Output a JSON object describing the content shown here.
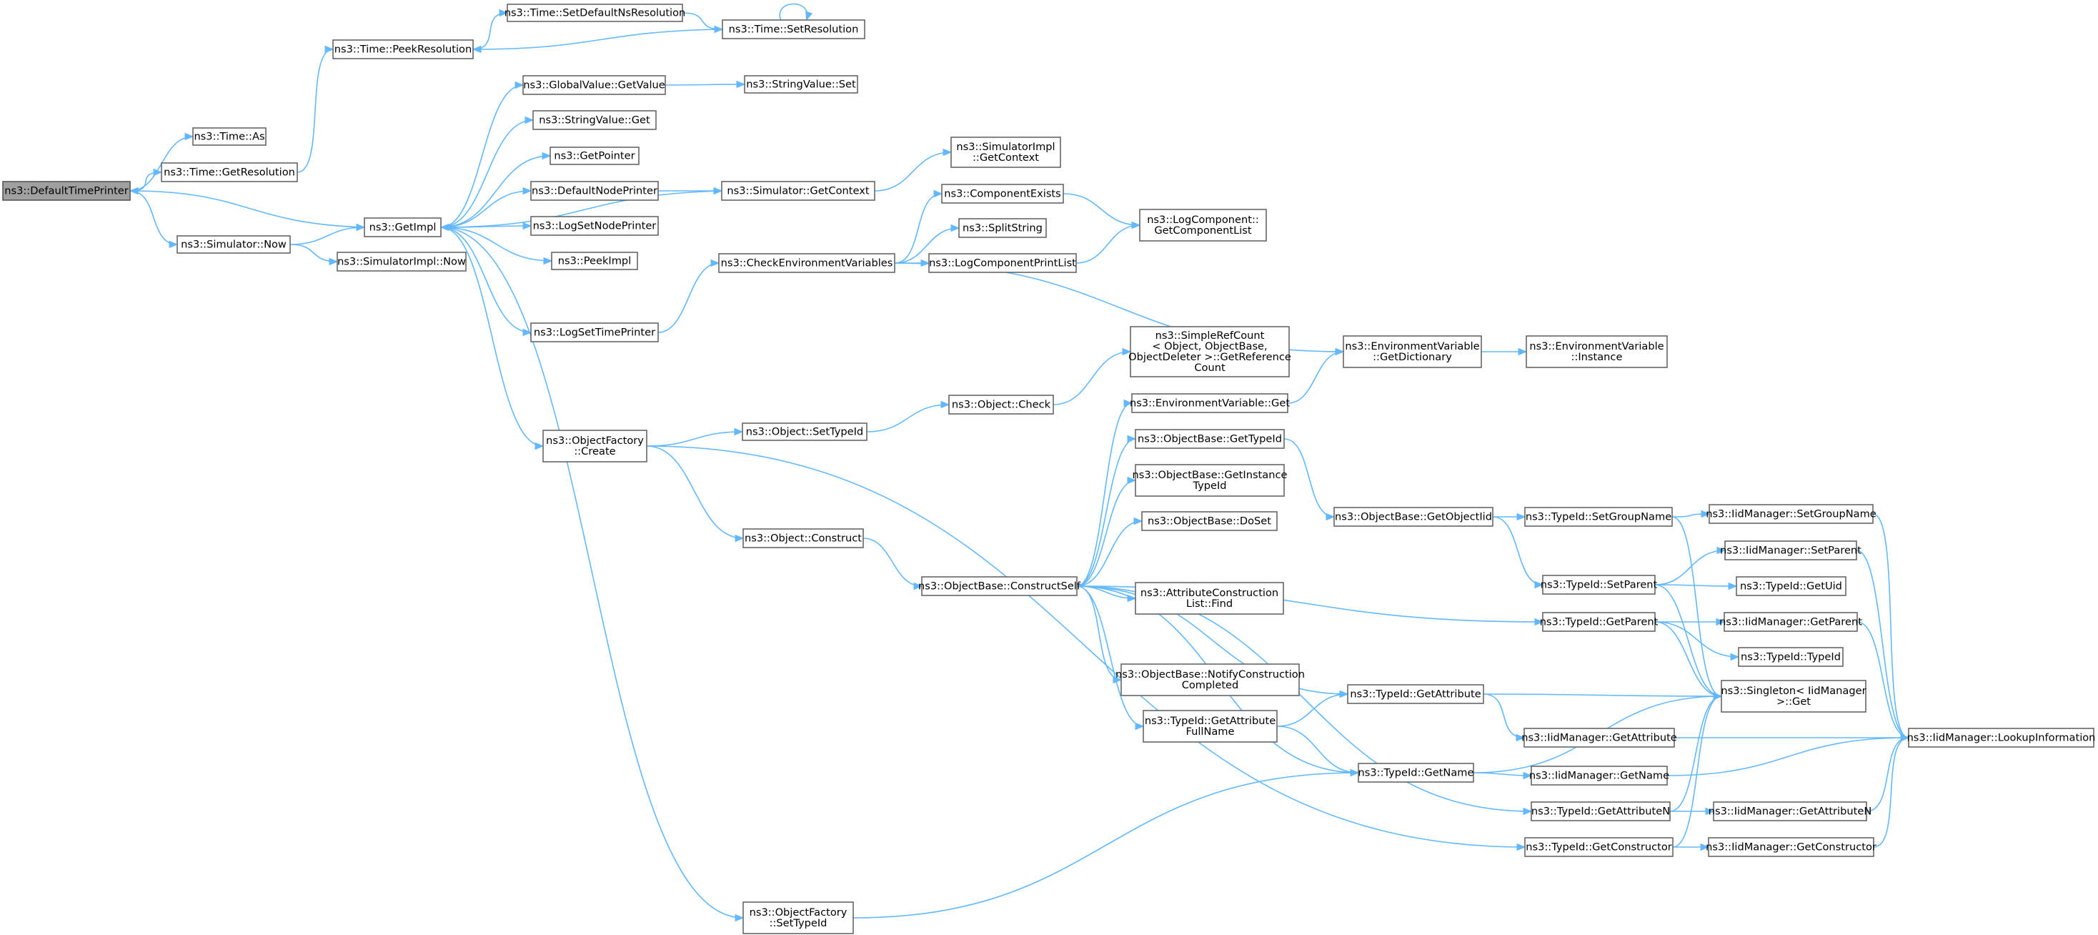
{
  "colors": {
    "edge": "#63b8ff",
    "node_border": "#666666",
    "root_fill": "#a0a0a0",
    "background": "#ffffff"
  },
  "nodes": [
    {
      "id": "n0",
      "lines": [
        "ns3::DefaultTimePrinter"
      ],
      "root": true
    },
    {
      "id": "n1",
      "lines": [
        "ns3::Time::As"
      ]
    },
    {
      "id": "n2",
      "lines": [
        "ns3::Time::GetResolution"
      ]
    },
    {
      "id": "n3",
      "lines": [
        "ns3::Time::PeekResolution"
      ]
    },
    {
      "id": "n4",
      "lines": [
        "ns3::Time::SetDefaultNsResolution"
      ]
    },
    {
      "id": "n5",
      "lines": [
        "ns3::Time::SetResolution"
      ]
    },
    {
      "id": "n6",
      "lines": [
        "ns3::Simulator::Now"
      ]
    },
    {
      "id": "n7",
      "lines": [
        "ns3::GetImpl"
      ]
    },
    {
      "id": "n8",
      "lines": [
        "ns3::SimulatorImpl::Now"
      ]
    },
    {
      "id": "n9",
      "lines": [
        "ns3::GlobalValue::GetValue"
      ]
    },
    {
      "id": "n10",
      "lines": [
        "ns3::StringValue::Set"
      ]
    },
    {
      "id": "n11",
      "lines": [
        "ns3::StringValue::Get"
      ]
    },
    {
      "id": "n12",
      "lines": [
        "ns3::GetPointer"
      ]
    },
    {
      "id": "n13",
      "lines": [
        "ns3::DefaultNodePrinter"
      ]
    },
    {
      "id": "n14",
      "lines": [
        "ns3::Simulator::GetContext"
      ]
    },
    {
      "id": "n15",
      "lines": [
        "ns3::SimulatorImpl",
        "::GetContext"
      ]
    },
    {
      "id": "n16",
      "lines": [
        "ns3::LogSetNodePrinter"
      ]
    },
    {
      "id": "n17",
      "lines": [
        "ns3::PeekImpl"
      ]
    },
    {
      "id": "n18",
      "lines": [
        "ns3::LogSetTimePrinter"
      ]
    },
    {
      "id": "n19",
      "lines": [
        "ns3::CheckEnvironmentVariables"
      ]
    },
    {
      "id": "n20",
      "lines": [
        "ns3::ComponentExists"
      ]
    },
    {
      "id": "n21",
      "lines": [
        "ns3::SplitString"
      ]
    },
    {
      "id": "n22",
      "lines": [
        "ns3::LogComponentPrintList"
      ]
    },
    {
      "id": "n23",
      "lines": [
        "ns3::LogComponent::",
        "GetComponentList"
      ]
    },
    {
      "id": "n24",
      "lines": [
        "ns3::EnvironmentVariable",
        "::GetDictionary"
      ]
    },
    {
      "id": "n25",
      "lines": [
        "ns3::EnvironmentVariable",
        "::Instance"
      ]
    },
    {
      "id": "n26",
      "lines": [
        "ns3::ObjectFactory",
        "::Create"
      ]
    },
    {
      "id": "n27",
      "lines": [
        "ns3::Object::SetTypeId"
      ]
    },
    {
      "id": "n28",
      "lines": [
        "ns3::Object::Check"
      ]
    },
    {
      "id": "n29",
      "lines": [
        "ns3::SimpleRefCount",
        "< Object, ObjectBase,",
        "ObjectDeleter >::GetReference",
        "Count"
      ]
    },
    {
      "id": "n30",
      "lines": [
        "ns3::EnvironmentVariable::Get"
      ]
    },
    {
      "id": "n31",
      "lines": [
        "ns3::Object::Construct"
      ]
    },
    {
      "id": "n32",
      "lines": [
        "ns3::ObjectBase::ConstructSelf"
      ]
    },
    {
      "id": "n33",
      "lines": [
        "ns3::ObjectBase::GetTypeId"
      ]
    },
    {
      "id": "n34",
      "lines": [
        "ns3::ObjectBase::GetInstance",
        "TypeId"
      ]
    },
    {
      "id": "n35",
      "lines": [
        "ns3::ObjectBase::DoSet"
      ]
    },
    {
      "id": "n36",
      "lines": [
        "ns3::AttributeConstruction",
        "List::Find"
      ]
    },
    {
      "id": "n37",
      "lines": [
        "ns3::ObjectBase::NotifyConstruction",
        "Completed"
      ]
    },
    {
      "id": "n38",
      "lines": [
        "ns3::TypeId::GetAttribute",
        "FullName"
      ]
    },
    {
      "id": "n39",
      "lines": [
        "ns3::ObjectFactory",
        "::SetTypeId"
      ]
    },
    {
      "id": "n40",
      "lines": [
        "ns3::ObjectBase::GetObjectIid"
      ]
    },
    {
      "id": "n41",
      "lines": [
        "ns3::TypeId::SetGroupName"
      ]
    },
    {
      "id": "n42",
      "lines": [
        "ns3::IidManager::SetGroupName"
      ]
    },
    {
      "id": "n43",
      "lines": [
        "ns3::TypeId::SetParent"
      ]
    },
    {
      "id": "n44",
      "lines": [
        "ns3::IidManager::SetParent"
      ]
    },
    {
      "id": "n45",
      "lines": [
        "ns3::TypeId::GetUid"
      ]
    },
    {
      "id": "n46",
      "lines": [
        "ns3::TypeId::GetParent"
      ]
    },
    {
      "id": "n47",
      "lines": [
        "ns3::IidManager::GetParent"
      ]
    },
    {
      "id": "n48",
      "lines": [
        "ns3::TypeId::TypeId"
      ]
    },
    {
      "id": "n49",
      "lines": [
        "ns3::TypeId::GetAttribute"
      ]
    },
    {
      "id": "n50",
      "lines": [
        "ns3::Singleton< IidManager",
        ">::Get"
      ]
    },
    {
      "id": "n51",
      "lines": [
        "ns3::IidManager::GetAttribute"
      ]
    },
    {
      "id": "n52",
      "lines": [
        "ns3::IidManager::LookupInformation"
      ]
    },
    {
      "id": "n53",
      "lines": [
        "ns3::TypeId::GetName"
      ]
    },
    {
      "id": "n54",
      "lines": [
        "ns3::IidManager::GetName"
      ]
    },
    {
      "id": "n55",
      "lines": [
        "ns3::TypeId::GetAttributeN"
      ]
    },
    {
      "id": "n56",
      "lines": [
        "ns3::IidManager::GetAttributeN"
      ]
    },
    {
      "id": "n57",
      "lines": [
        "ns3::TypeId::GetConstructor"
      ]
    },
    {
      "id": "n58",
      "lines": [
        "ns3::IidManager::GetConstructor"
      ]
    }
  ],
  "edges": [
    [
      "n0",
      "n1"
    ],
    [
      "n0",
      "n2"
    ],
    [
      "n2",
      "n3"
    ],
    [
      "n3",
      "n4"
    ],
    [
      "n4",
      "n5"
    ],
    [
      "n5",
      "n3"
    ],
    [
      "n5",
      "n5"
    ],
    [
      "n0",
      "n6"
    ],
    [
      "n6",
      "n7"
    ],
    [
      "n6",
      "n8"
    ],
    [
      "n7",
      "n0"
    ],
    [
      "n7",
      "n9"
    ],
    [
      "n9",
      "n10"
    ],
    [
      "n7",
      "n11"
    ],
    [
      "n7",
      "n12"
    ],
    [
      "n7",
      "n13"
    ],
    [
      "n13",
      "n14"
    ],
    [
      "n14",
      "n15"
    ],
    [
      "n14",
      "n7"
    ],
    [
      "n7",
      "n16"
    ],
    [
      "n7",
      "n17"
    ],
    [
      "n7",
      "n18"
    ],
    [
      "n18",
      "n19"
    ],
    [
      "n19",
      "n20"
    ],
    [
      "n19",
      "n21"
    ],
    [
      "n19",
      "n22"
    ],
    [
      "n20",
      "n23"
    ],
    [
      "n22",
      "n23"
    ],
    [
      "n19",
      "n24"
    ],
    [
      "n24",
      "n25"
    ],
    [
      "n7",
      "n26"
    ],
    [
      "n7",
      "n39"
    ],
    [
      "n26",
      "n27"
    ],
    [
      "n27",
      "n28"
    ],
    [
      "n28",
      "n29"
    ],
    [
      "n26",
      "n31"
    ],
    [
      "n31",
      "n32"
    ],
    [
      "n26",
      "n57"
    ],
    [
      "n30",
      "n24"
    ],
    [
      "n32",
      "n30"
    ],
    [
      "n32",
      "n33"
    ],
    [
      "n32",
      "n34"
    ],
    [
      "n32",
      "n35"
    ],
    [
      "n32",
      "n36"
    ],
    [
      "n32",
      "n37"
    ],
    [
      "n32",
      "n38"
    ],
    [
      "n32",
      "n46"
    ],
    [
      "n32",
      "n49"
    ],
    [
      "n32",
      "n53"
    ],
    [
      "n32",
      "n55"
    ],
    [
      "n33",
      "n40"
    ],
    [
      "n40",
      "n41"
    ],
    [
      "n40",
      "n43"
    ],
    [
      "n41",
      "n42"
    ],
    [
      "n41",
      "n50"
    ],
    [
      "n43",
      "n44"
    ],
    [
      "n43",
      "n45"
    ],
    [
      "n43",
      "n50"
    ],
    [
      "n46",
      "n47"
    ],
    [
      "n46",
      "n48"
    ],
    [
      "n46",
      "n50"
    ],
    [
      "n38",
      "n49"
    ],
    [
      "n38",
      "n53"
    ],
    [
      "n49",
      "n50"
    ],
    [
      "n49",
      "n51"
    ],
    [
      "n53",
      "n50"
    ],
    [
      "n53",
      "n54"
    ],
    [
      "n55",
      "n50"
    ],
    [
      "n55",
      "n56"
    ],
    [
      "n57",
      "n50"
    ],
    [
      "n57",
      "n58"
    ],
    [
      "n42",
      "n52"
    ],
    [
      "n44",
      "n52"
    ],
    [
      "n47",
      "n52"
    ],
    [
      "n51",
      "n52"
    ],
    [
      "n54",
      "n52"
    ],
    [
      "n56",
      "n52"
    ],
    [
      "n58",
      "n52"
    ],
    [
      "n39",
      "n53"
    ]
  ]
}
